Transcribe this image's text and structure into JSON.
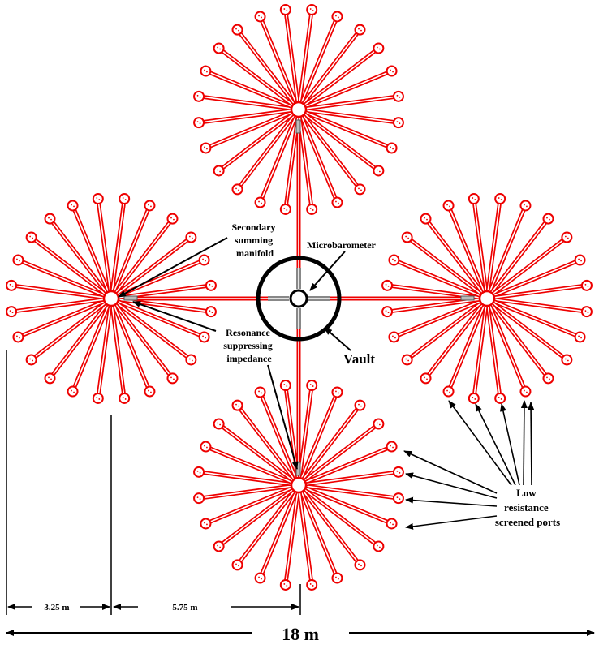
{
  "labels": {
    "secondary_manifold": [
      "Secondary",
      "summing",
      "manifold"
    ],
    "microbarometer": "Microbarometer",
    "resonance": [
      "Resonance",
      "suppressing",
      "impedance"
    ],
    "vault": "Vault",
    "ports": [
      "Low",
      "resistance",
      "screened ports"
    ]
  },
  "dimensions": {
    "d1": "3.25 m",
    "d2": "5.75 m",
    "total": "18 m"
  },
  "rosette": {
    "spokes_per_rosette": 24,
    "count": 4
  },
  "colors": {
    "pipe": "#ee0000",
    "vault": "#000000",
    "impedance": "#999999"
  }
}
